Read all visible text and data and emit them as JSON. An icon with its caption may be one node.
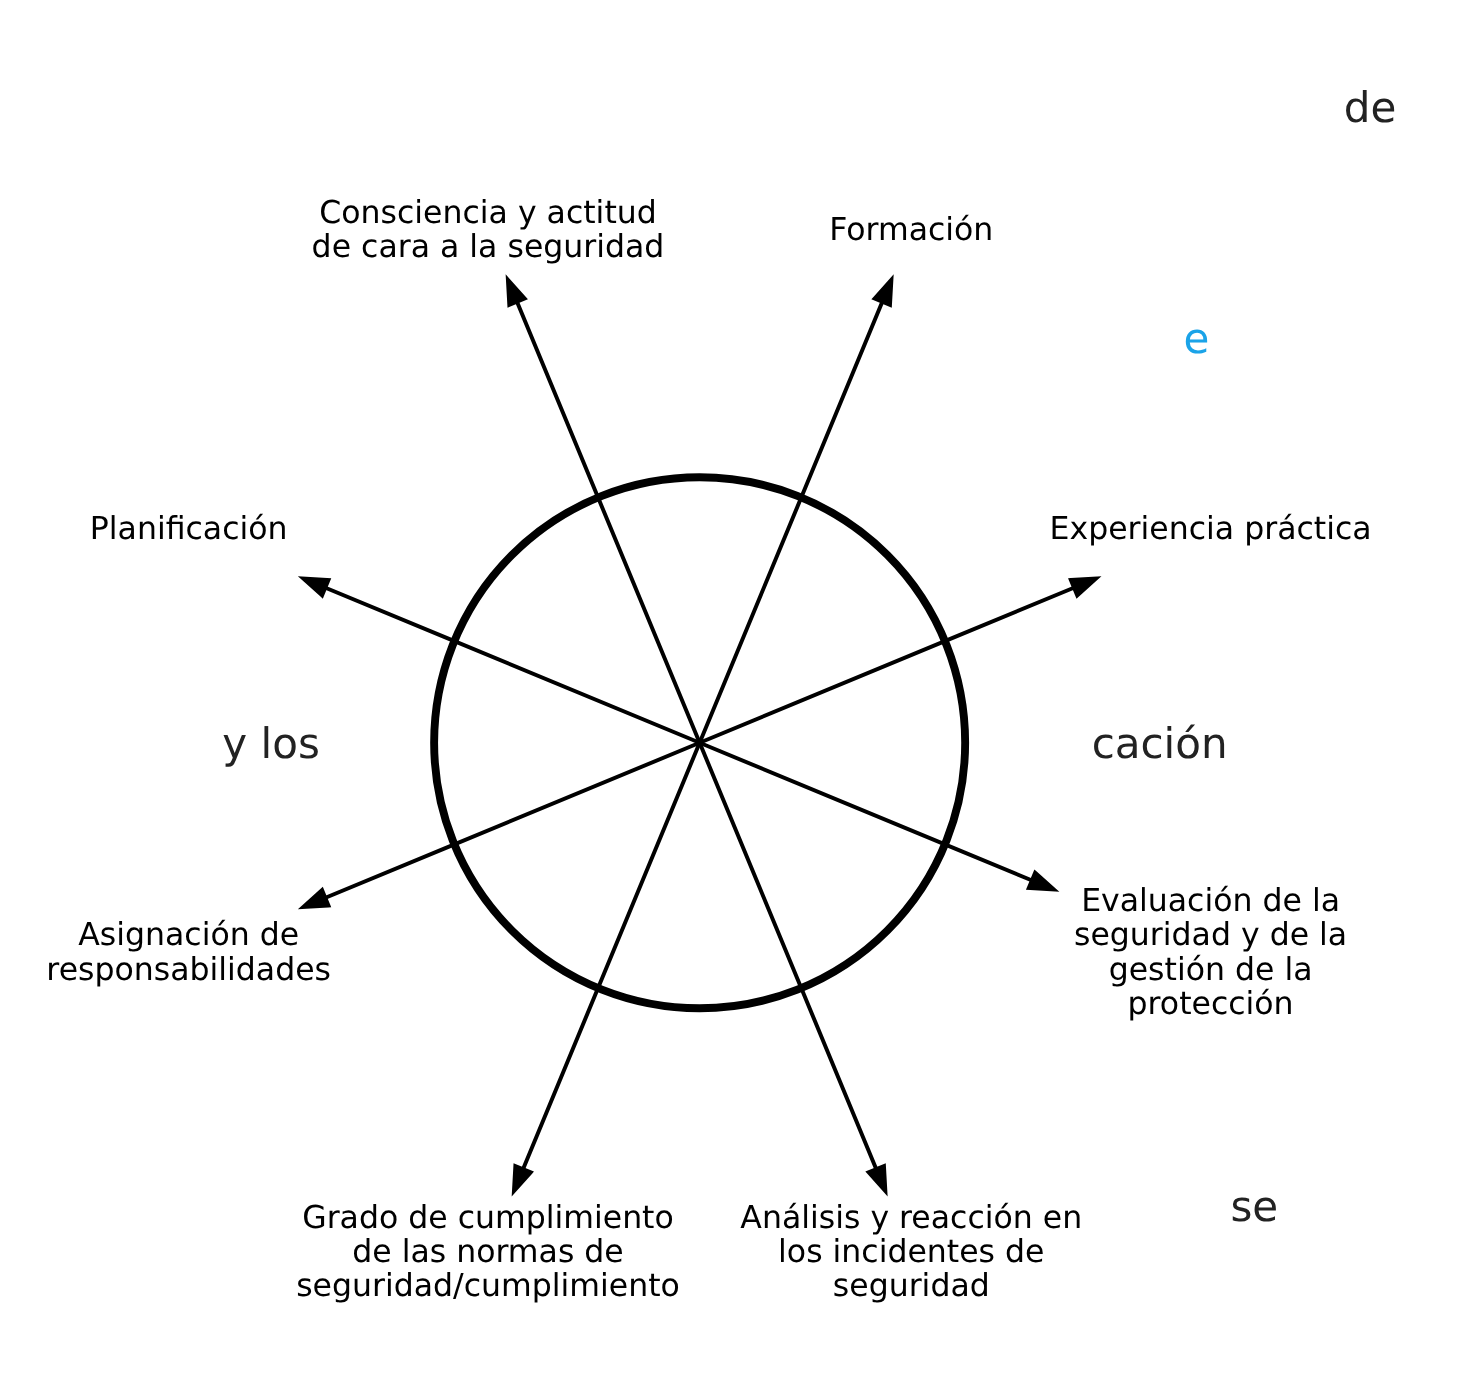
{
  "diagram": {
    "nodes": [
      {
        "text": [],
        "shape": "circle"
      },
      {
        "text": [
          "Experiencia práctica"
        ]
      },
      {
        "text": [
          "Formación"
        ]
      },
      {
        "text": [
          "Consciencia y actitud de cara a la seguridad"
        ]
      },
      {
        "text": [
          "Planificación"
        ]
      },
      {
        "text": [
          "Asignación de responsabilidades"
        ]
      },
      {
        "text": [
          "Grado de cumplimiento de las normas de seguridad/cumplimiento"
        ]
      },
      {
        "text": [
          "Análisis y reacción en los incidentes de seguridad"
        ]
      },
      {
        "text": [
          "Evaluación de la seguridad y de la gestión de la protección"
        ]
      }
    ],
    "edges": [
      {
        "from": 0,
        "to": 1,
        "arrow": "to"
      },
      {
        "from": 0,
        "to": 2,
        "arrow": "to"
      },
      {
        "from": 0,
        "to": 3,
        "arrow": "to"
      },
      {
        "from": 0,
        "to": 4,
        "arrow": "to"
      },
      {
        "from": 0,
        "to": 5,
        "arrow": "to"
      },
      {
        "from": 0,
        "to": 6,
        "arrow": "to"
      },
      {
        "from": 0,
        "to": 7,
        "arrow": "to"
      },
      {
        "from": 0,
        "to": 8,
        "arrow": "to"
      }
    ],
    "labels": [
      "cación",
      "e",
      "se",
      "y los",
      "de"
    ]
  }
}
